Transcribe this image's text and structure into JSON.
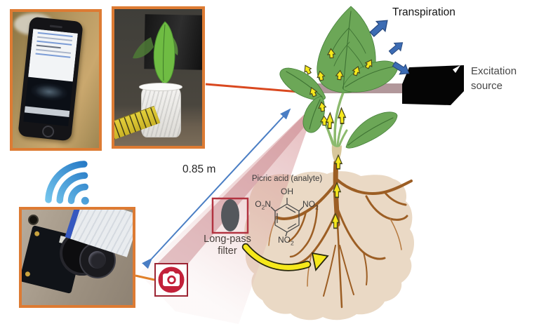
{
  "colors": {
    "accent-orange": "#dd7b33",
    "connector-orange": "#d9481f",
    "connector-amber": "#e07f28",
    "crimson": "#c2213a",
    "crimson-dark": "#9c2433",
    "filter-border": "#b23340",
    "filter-glass": "#54575c",
    "blue-arrow": "#3c6cb4",
    "blue-arrow-edge": "#27497f",
    "blue-line": "#4a7ec4",
    "yellow": "#f6e81c",
    "soil": "#ead9c5",
    "root": "#9c5e24",
    "root-light": "#b5793f",
    "leaf": "#6ca757",
    "leaf-dark": "#45803a",
    "vein": "#3e7233",
    "stem": "#8cba6e",
    "bar-mauve": "#b1979a",
    "box-black": "#050505",
    "text-dark": "#3b3b3b",
    "text-black": "#141414",
    "wifi-light": "#7fd0f2",
    "wifi-dark": "#1b6fc0"
  },
  "labels": {
    "transpiration": "Transpiration",
    "excitation_source": {
      "line1": "Excitation",
      "line2": "source"
    },
    "distance": "0.85 m",
    "long_pass_filter": {
      "line1": "Long-pass",
      "line2": "filter"
    },
    "analyte_title": "Picric acid (analyte)"
  },
  "chemistry": {
    "hydroxyl": "OH",
    "nitro_left": {
      "pre": "O",
      "sub": "2",
      "post": "N"
    },
    "nitro_right": {
      "pre": "NO",
      "sub": "2",
      "post": ""
    },
    "nitro_bottom": {
      "pre": "NO",
      "sub": "2",
      "post": ""
    }
  },
  "icons": {
    "wifi": "wifi-icon",
    "camera": "camera-icon",
    "transpiration_arrows": "blue-3d-arrows",
    "analyte_uptake_arrows": "yellow-up-arrows",
    "root_flow_arrow": "yellow-curved-arrow",
    "distance_arrow": "blue-double-arrow"
  },
  "photos": {
    "smartphone": "hand-holding-smartphone-photo",
    "seedling": "seedling-in-cup-photo",
    "camera_module": "camera-module-photo"
  }
}
